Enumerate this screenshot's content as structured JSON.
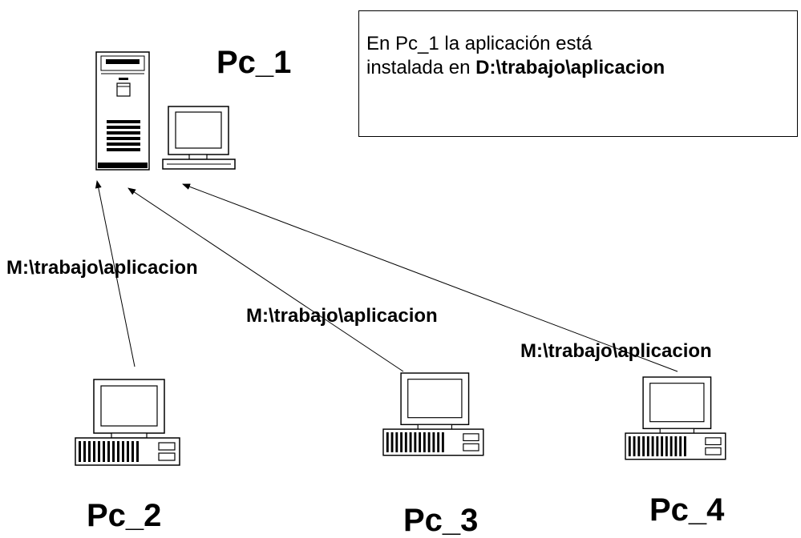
{
  "pc1": {
    "label": "Pc_1",
    "note_line1": "En Pc_1 la aplicación está",
    "note_line2_prefix": "instalada en ",
    "note_line2_path": "D:\\trabajo\\aplicacion"
  },
  "clients": [
    {
      "label": "Pc_2",
      "mapped_path": "M:\\trabajo\\aplicacion"
    },
    {
      "label": "Pc_3",
      "mapped_path": "M:\\trabajo\\aplicacion"
    },
    {
      "label": "Pc_4",
      "mapped_path": "M:\\trabajo\\aplicacion"
    }
  ],
  "icons": {
    "server": "server-tower-icon",
    "monitor": "monitor-icon",
    "desktop": "desktop-computer-icon"
  }
}
